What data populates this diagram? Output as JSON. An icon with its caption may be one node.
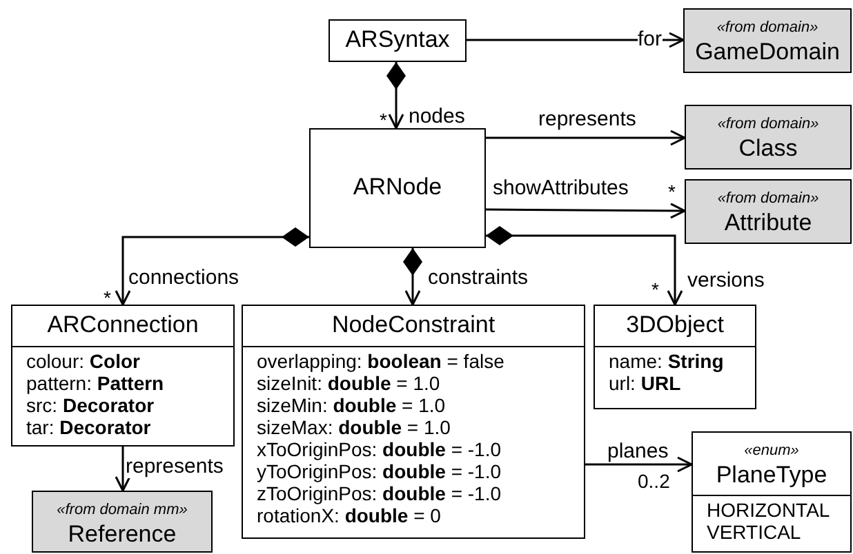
{
  "diagram": {
    "nodes": [
      {
        "text": [
          "ARSyntax"
        ]
      },
      {
        "text": [
          "«from domain»",
          "GameDomain"
        ]
      },
      {
        "text": [
          "ARNode"
        ]
      },
      {
        "text": [
          "«from domain»",
          "Class"
        ]
      },
      {
        "text": [
          "«from domain»",
          "Attribute"
        ]
      },
      {
        "text": [
          "ARConnection",
          "colour: **Color**",
          "pattern: **Pattern**",
          "src: **Decorator**",
          "tar: **Decorator**"
        ]
      },
      {
        "text": [
          "NodeConstraint",
          "overlapping: **boolean** = false",
          "sizeInit: **double** = 1.0",
          "sizeMin: **double** = 1.0",
          "sizeMax: **double** = 1.0",
          "xToOriginPos: **double** = -1.0",
          "yToOriginPos: **double** = -1.0",
          "zToOriginPos: **double** = -1.0",
          "rotationX: **double** = 0"
        ]
      },
      {
        "text": [
          "3DObject",
          "name: **String**",
          "url: **URL**"
        ]
      },
      {
        "text": [
          "«from domain mm»",
          "Reference"
        ]
      },
      {
        "text": [
          "«enum»",
          "PlaneType",
          "HORIZONTAL",
          "VERTICAL"
        ]
      }
    ],
    "edges": [
      {
        "from": 0,
        "to": 1,
        "arrow": "to",
        "label": "for"
      },
      {
        "from": 0,
        "to": 2,
        "arrow": "to",
        "label": "nodes"
      },
      {
        "from": 2,
        "to": 3,
        "arrow": "to",
        "label": "represents"
      },
      {
        "from": 2,
        "to": 4,
        "arrow": "to",
        "label": "showAttributes"
      },
      {
        "from": 2,
        "to": 5,
        "arrow": "to",
        "label": "connections"
      },
      {
        "from": 2,
        "to": 6,
        "arrow": "to",
        "label": "constraints"
      },
      {
        "from": 2,
        "to": 7,
        "arrow": "to",
        "label": "versions"
      },
      {
        "from": 5,
        "to": 8,
        "arrow": "to",
        "label": "represents"
      },
      {
        "from": 6,
        "to": 9,
        "arrow": "to",
        "label": "planes"
      }
    ],
    "labels": [
      "*",
      "*",
      "*",
      "*",
      "0..2"
    ]
  }
}
